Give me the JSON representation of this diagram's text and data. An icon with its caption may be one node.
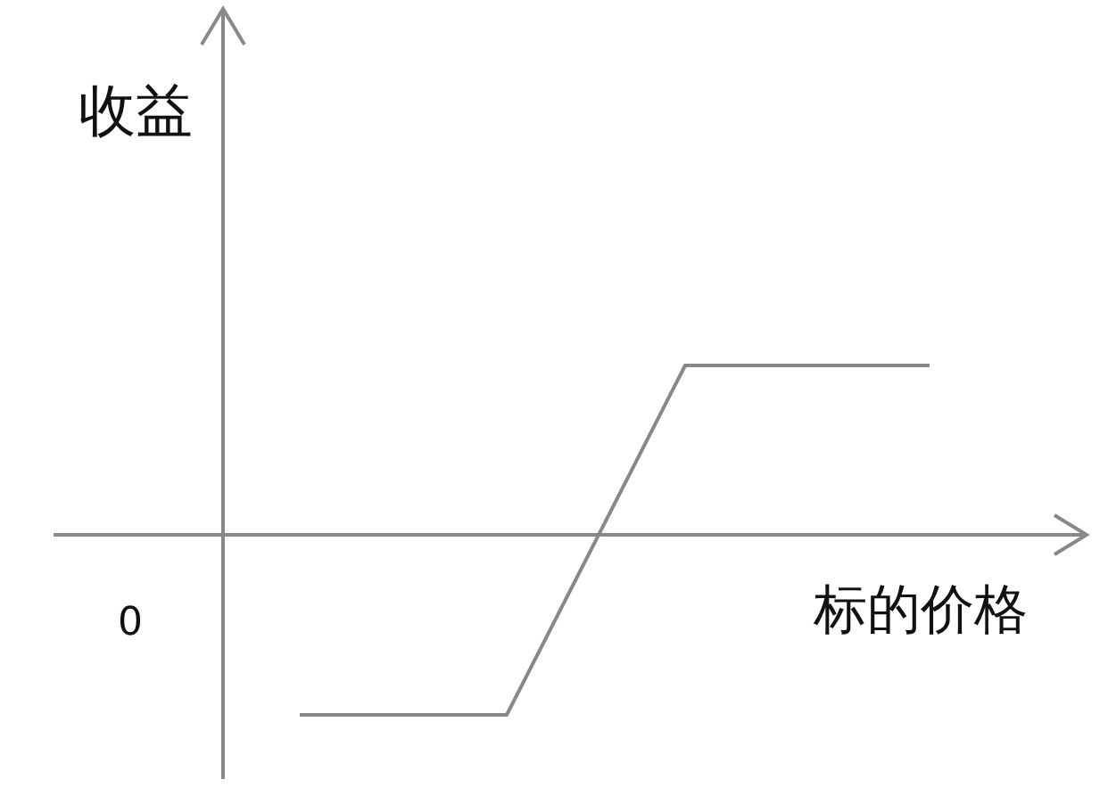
{
  "diagram": {
    "labels": [
      "收益",
      "0",
      "标的价格"
    ]
  }
}
